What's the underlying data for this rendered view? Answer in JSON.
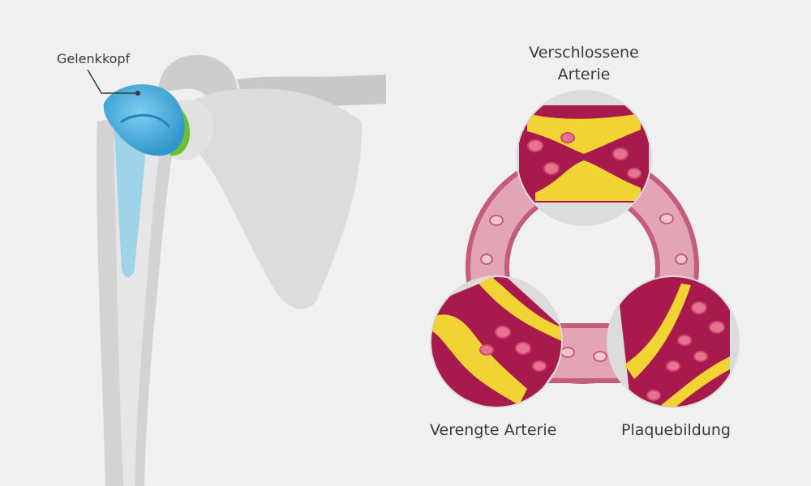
{
  "labels": {
    "joint_head": "Gelenkkopf",
    "occluded_artery_line1": "Verschlossene",
    "occluded_artery_line2": "Arterie",
    "narrowed_artery": "Verengte Arterie",
    "plaque_formation": "Plaquebildung"
  },
  "colors": {
    "background": "#f0f0f0",
    "bone": "#dcdcdc",
    "implant_blue": "#3aa6d6",
    "socket_green": "#6cbf2e",
    "artery_wall": "#a8194d",
    "artery_pink": "#dd9aac",
    "plaque_yellow": "#f1d433",
    "red_blood_cell": "#c9496f",
    "text": "#3a3a3a"
  }
}
